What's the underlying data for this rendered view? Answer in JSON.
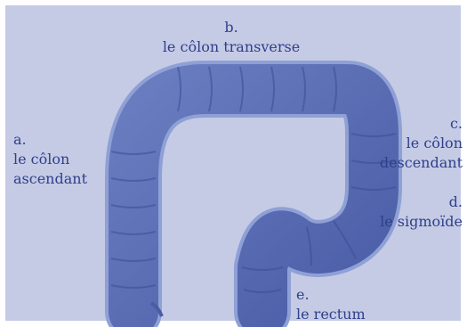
{
  "colors": {
    "background": "#c5cbe5",
    "organ_fill": "#5b6fb4",
    "organ_dark": "#3f519a",
    "label_text": "#2f3f8a"
  },
  "labels": {
    "a": {
      "letter": "a.",
      "lines": [
        "le côlon",
        "ascendant"
      ]
    },
    "b": {
      "letter": "b.",
      "lines": [
        "le côlon transverse"
      ]
    },
    "c": {
      "letter": "c.",
      "lines": [
        "le côlon",
        "descendant"
      ]
    },
    "d": {
      "letter": "d.",
      "lines": [
        "le sigmoïde"
      ]
    },
    "e": {
      "letter": "e.",
      "lines": [
        "le rectum"
      ]
    }
  }
}
